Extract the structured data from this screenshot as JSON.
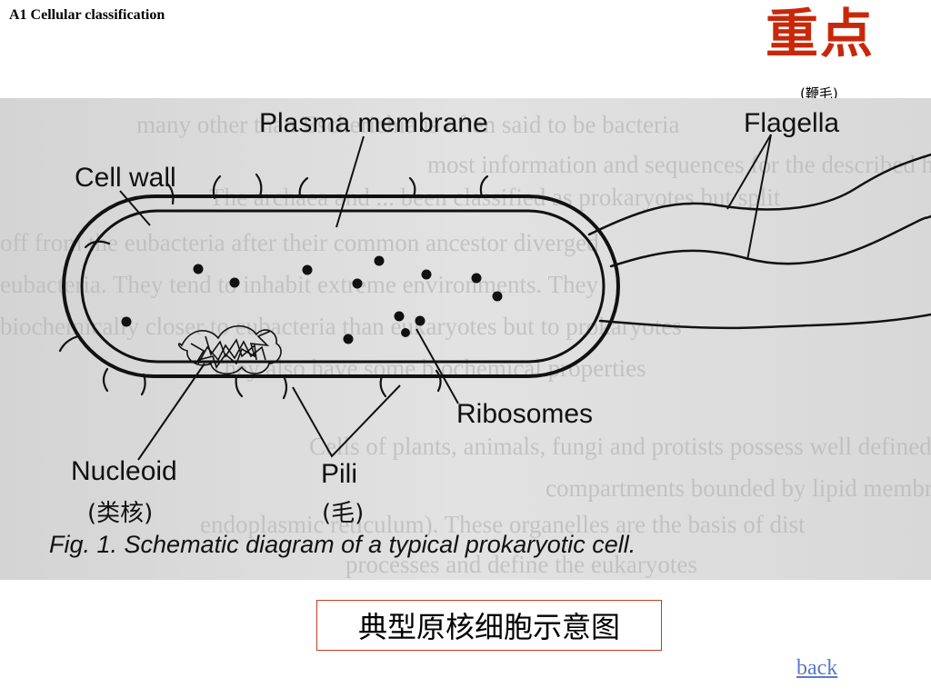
{
  "header": {
    "section_title": "A1 Cellular classification"
  },
  "key_point": {
    "title": "重点",
    "note": "(鞭毛)"
  },
  "figure": {
    "labels": {
      "plasma_membrane": "Plasma membrane",
      "flagella": "Flagella",
      "cell_wall": "Cell wall",
      "ribosomes": "Ribosomes",
      "nucleoid": "Nucleoid",
      "pili": "Pili",
      "nucleoid_cn": "(类核)",
      "pili_cn": "(毛)",
      "fig_caption": "Fig. 1. Schematic diagram of a typical prokaryotic cell."
    },
    "background_text_lines": [
      "many other than Escherichia is often said to be bacteria",
      "most information and sequences for the described have been",
      "The archaea and ... been classified as prokaryotes but split",
      "off from the eubacteria after their common ancestor diverged",
      "eubacteria. They tend to inhabit extreme environments. They",
      "biochemically closer to eubacteria than eukaryotes but to prokaryotes",
      "They also have some biochemical properties",
      "",
      "Cells of plants, animals, fungi and protists possess well defined",
      "compartments bounded by lipid membranes (e.g. nuclei, mito",
      "endoplasmic reticulum). These organelles are the basis of dist",
      "processes and define the eukaryotes"
    ]
  },
  "caption": {
    "text": "典型原核细胞示意图"
  },
  "nav": {
    "back_label": "back"
  },
  "colors": {
    "accent": "#c8280a",
    "caption_border": "#c23b1c",
    "link": "#5a78c8",
    "photo_bg": "#dcdcdc"
  }
}
